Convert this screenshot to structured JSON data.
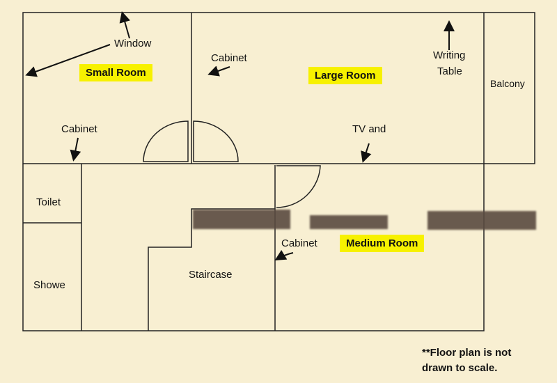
{
  "rooms": {
    "small_room": "Small Room",
    "large_room": "Large Room",
    "medium_room": "Medium Room",
    "balcony": "Balcony",
    "toilet": "Toilet",
    "shower": "Showe",
    "staircase": "Staircase"
  },
  "labels": {
    "window": "Window",
    "cabinet_large": "Cabinet",
    "cabinet_small": "Cabinet",
    "cabinet_medium": "Cabinet",
    "writing_table_1": "Writing",
    "writing_table_2": "Table",
    "tv": "TV and"
  },
  "note": {
    "line1": "**Floor plan is not",
    "line2": "drawn to scale."
  },
  "colors": {
    "highlight": "#f7f100",
    "background": "#f8efd2"
  }
}
